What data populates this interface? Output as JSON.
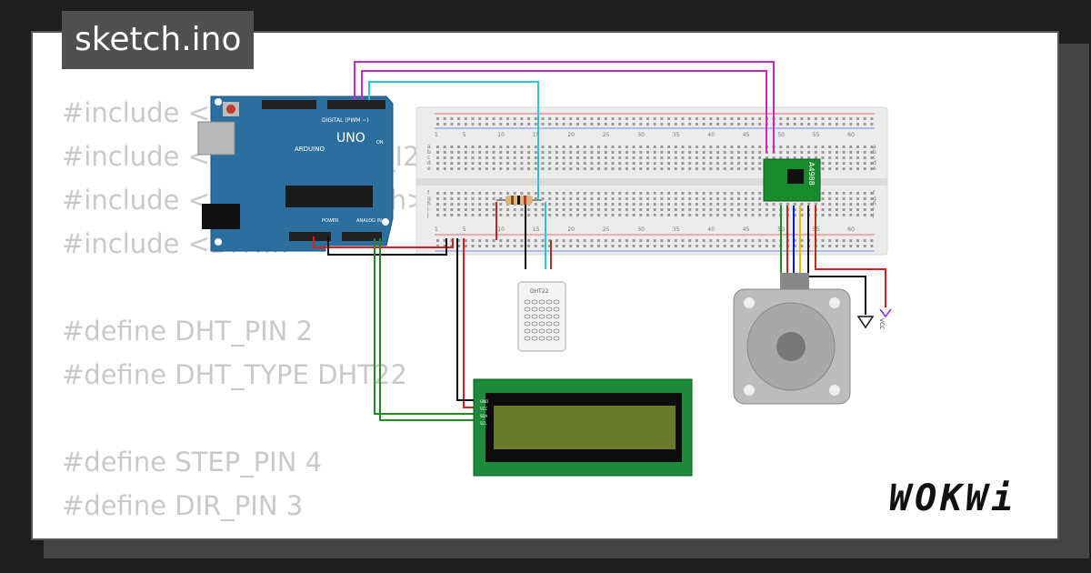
{
  "tab": {
    "title": "sketch.ino"
  },
  "code": {
    "lines": [
      "#include <Wire.h>",
      "#include <LiquidCrystal_I2C.h>",
      "#include <AccelStepper.h>",
      "#include <DHT.h>",
      "",
      "#define DHT_PIN 2",
      "#define DHT_TYPE DHT22",
      "",
      "#define STEP_PIN 4",
      "#define DIR_PIN 3"
    ]
  },
  "arduino": {
    "model": "UNO",
    "brand": "ARDUINO",
    "digital_label": "DIGITAL (PWM ~)",
    "power_label": "POWER",
    "analog_label": "ANALOG IN",
    "on_label": "ON"
  },
  "breadboard": {
    "top_numbers": [
      "1",
      "5",
      "10",
      "15",
      "20",
      "25",
      "30",
      "35",
      "40",
      "45",
      "50",
      "55",
      "60"
    ],
    "rows_top": [
      "a",
      "b",
      "c",
      "d",
      "e"
    ],
    "rows_bottom": [
      "f",
      "g",
      "h",
      "i",
      "j"
    ]
  },
  "sensor": {
    "label": "DHT22"
  },
  "driver": {
    "label": "A4988"
  },
  "lcd": {
    "pins": [
      "GND",
      "VCC",
      "SDA",
      "SCL"
    ]
  },
  "vcc_label": "VCC",
  "brand": {
    "name": "WOKWi"
  }
}
